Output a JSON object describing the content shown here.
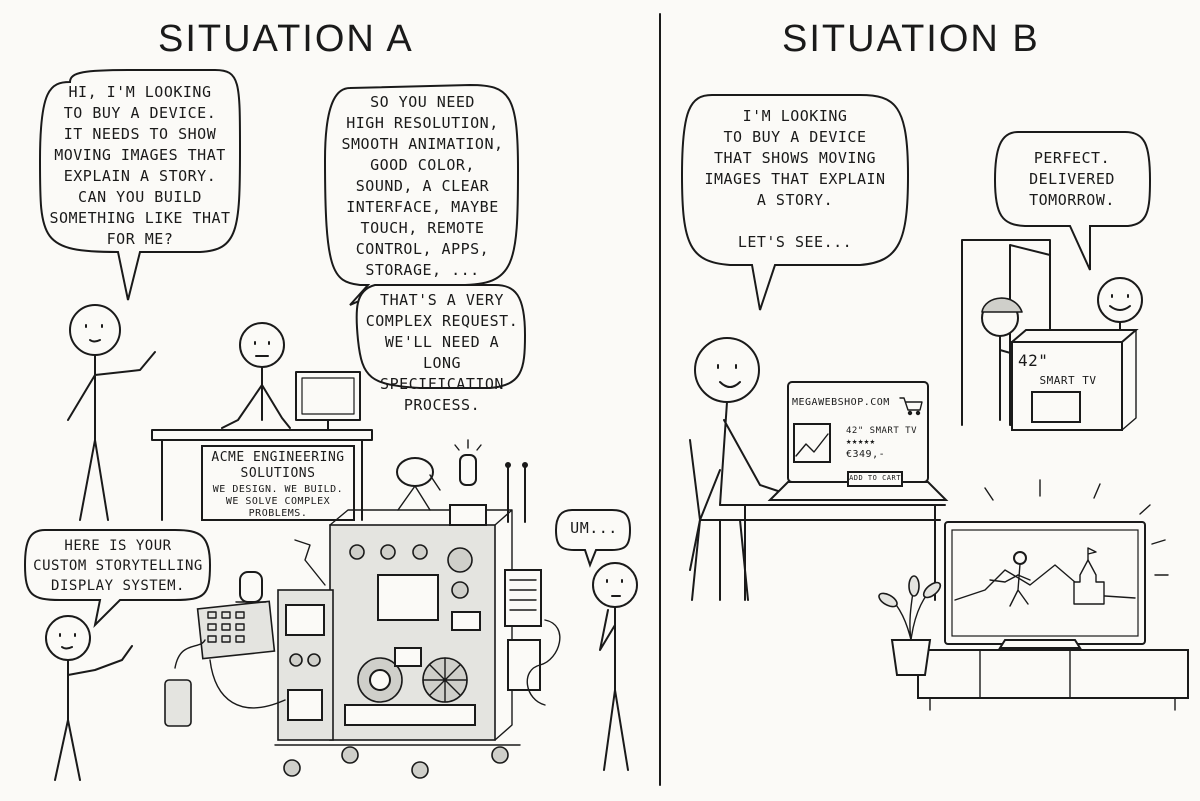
{
  "panels": {
    "a": {
      "title": "SITUATION A",
      "customer_request": "HI, I'M LOOKING\nTO BUY A DEVICE.\nIT NEEDS TO SHOW\nMOVING IMAGES THAT\nEXPLAIN A STORY.\nCAN YOU BUILD\nSOMETHING LIKE THAT\nFOR ME?",
      "engineer_reply": "SO YOU NEED\nHIGH RESOLUTION,\nSMOOTH ANIMATION,\nGOOD COLOR,\nSOUND, A CLEAR\nINTERFACE, MAYBE\nTOUCH, REMOTE\nCONTROL, APPS,\nSTORAGE, ...",
      "engineer_reply_2": "THAT'S A VERY\nCOMPLEX REQUEST.\nWE'LL NEED A LONG\nSPECIFICATION\nPROCESS.",
      "sign_title": "ACME ENGINEERING\nSOLUTIONS",
      "sign_tagline": "WE DESIGN. WE BUILD.\nWE SOLVE COMPLEX\nPROBLEMS.",
      "delivery": "HERE IS YOUR\nCUSTOM STORYTELLING\nDISPLAY SYSTEM.",
      "reaction": "UM..."
    },
    "b": {
      "title": "SITUATION B",
      "customer_request": "I'M LOOKING\nTO BUY A DEVICE\nTHAT SHOWS MOVING\nIMAGES THAT EXPLAIN\nA STORY.",
      "customer_followup": "LET'S SEE...",
      "shop_site": "MEGAWEBSHOP.COM",
      "product_name": "42\" SMART TV",
      "product_stars": "★★★★★",
      "product_price": "€349,-",
      "add_to_cart": "ADD TO CART",
      "courier_reply": "PERFECT.\nDELIVERED\nTOMORROW.",
      "box_size": "42\"",
      "box_label": "SMART TV"
    }
  },
  "icons": [
    "cart-icon",
    "star-icon",
    "plant-icon",
    "castle-icon"
  ]
}
